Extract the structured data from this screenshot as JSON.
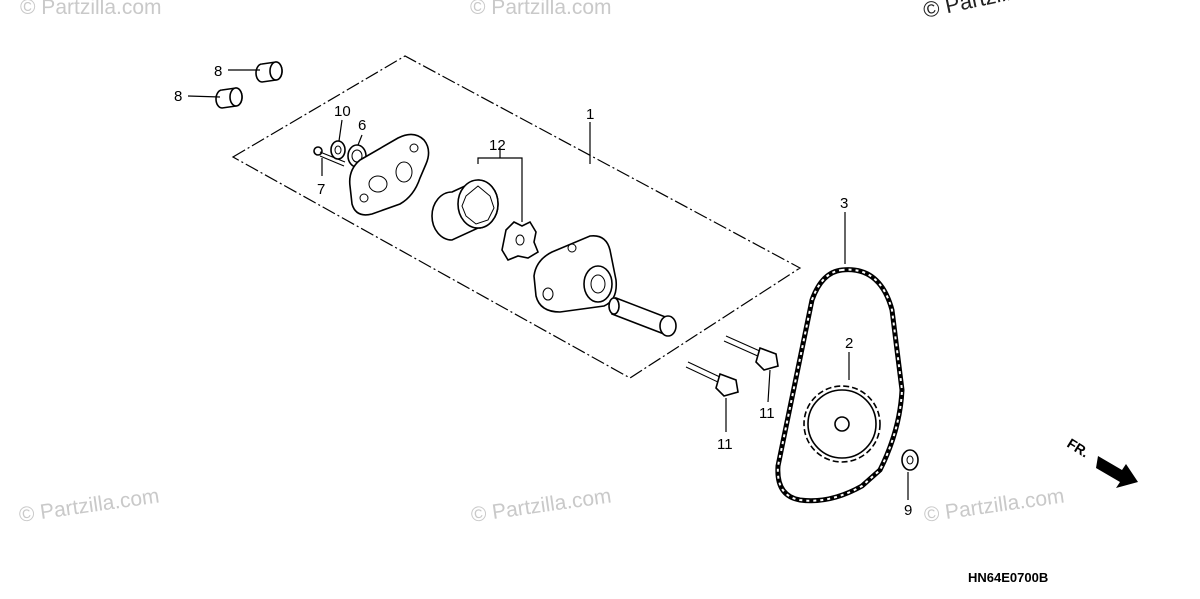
{
  "diagram": {
    "callouts": [
      {
        "id": "c8a",
        "text": "8"
      },
      {
        "id": "c8b",
        "text": "8"
      },
      {
        "id": "c10",
        "text": "10"
      },
      {
        "id": "c6",
        "text": "6"
      },
      {
        "id": "c7",
        "text": "7"
      },
      {
        "id": "c12",
        "text": "12"
      },
      {
        "id": "c1",
        "text": "1"
      },
      {
        "id": "c3",
        "text": "3"
      },
      {
        "id": "c2",
        "text": "2"
      },
      {
        "id": "c11a",
        "text": "11"
      },
      {
        "id": "c11b",
        "text": "11"
      },
      {
        "id": "c9",
        "text": "9"
      }
    ],
    "front_arrow_label": "FR.",
    "drawing_code": "HN64E0700B",
    "watermarks": [
      "© Partzilla.com",
      "© Partzilla.com",
      "© Partzilla.com",
      "© Partzilla.com",
      "© Partzilla.com",
      "© Partzilla.com"
    ]
  }
}
